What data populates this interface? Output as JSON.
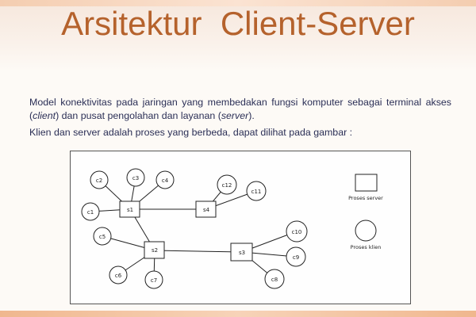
{
  "slide": {
    "title": "Arsitektur  Client-Server",
    "para1_before": "Model konektivitas pada jaringan yang membedakan fungsi komputer sebagai terminal akses (",
    "para1_client": "client",
    "para1_middle": ") dan pusat pengolahan dan layanan (",
    "para1_server": "server",
    "para1_after": ").",
    "para2": "Klien dan server adalah proses yang berbeda, dapat dilihat pada gambar :"
  },
  "diagram": {
    "servers": [
      "s1",
      "s2",
      "s3",
      "s4"
    ],
    "clients": [
      "c1",
      "c2",
      "c3",
      "c4",
      "c5",
      "c6",
      "c7",
      "c8",
      "c9",
      "c10",
      "c11",
      "c12"
    ],
    "legend": {
      "server_label": "Proses server",
      "client_label": "Proses klien"
    },
    "colors": {
      "line": "#222222",
      "node_fill": "#ffffff"
    }
  }
}
